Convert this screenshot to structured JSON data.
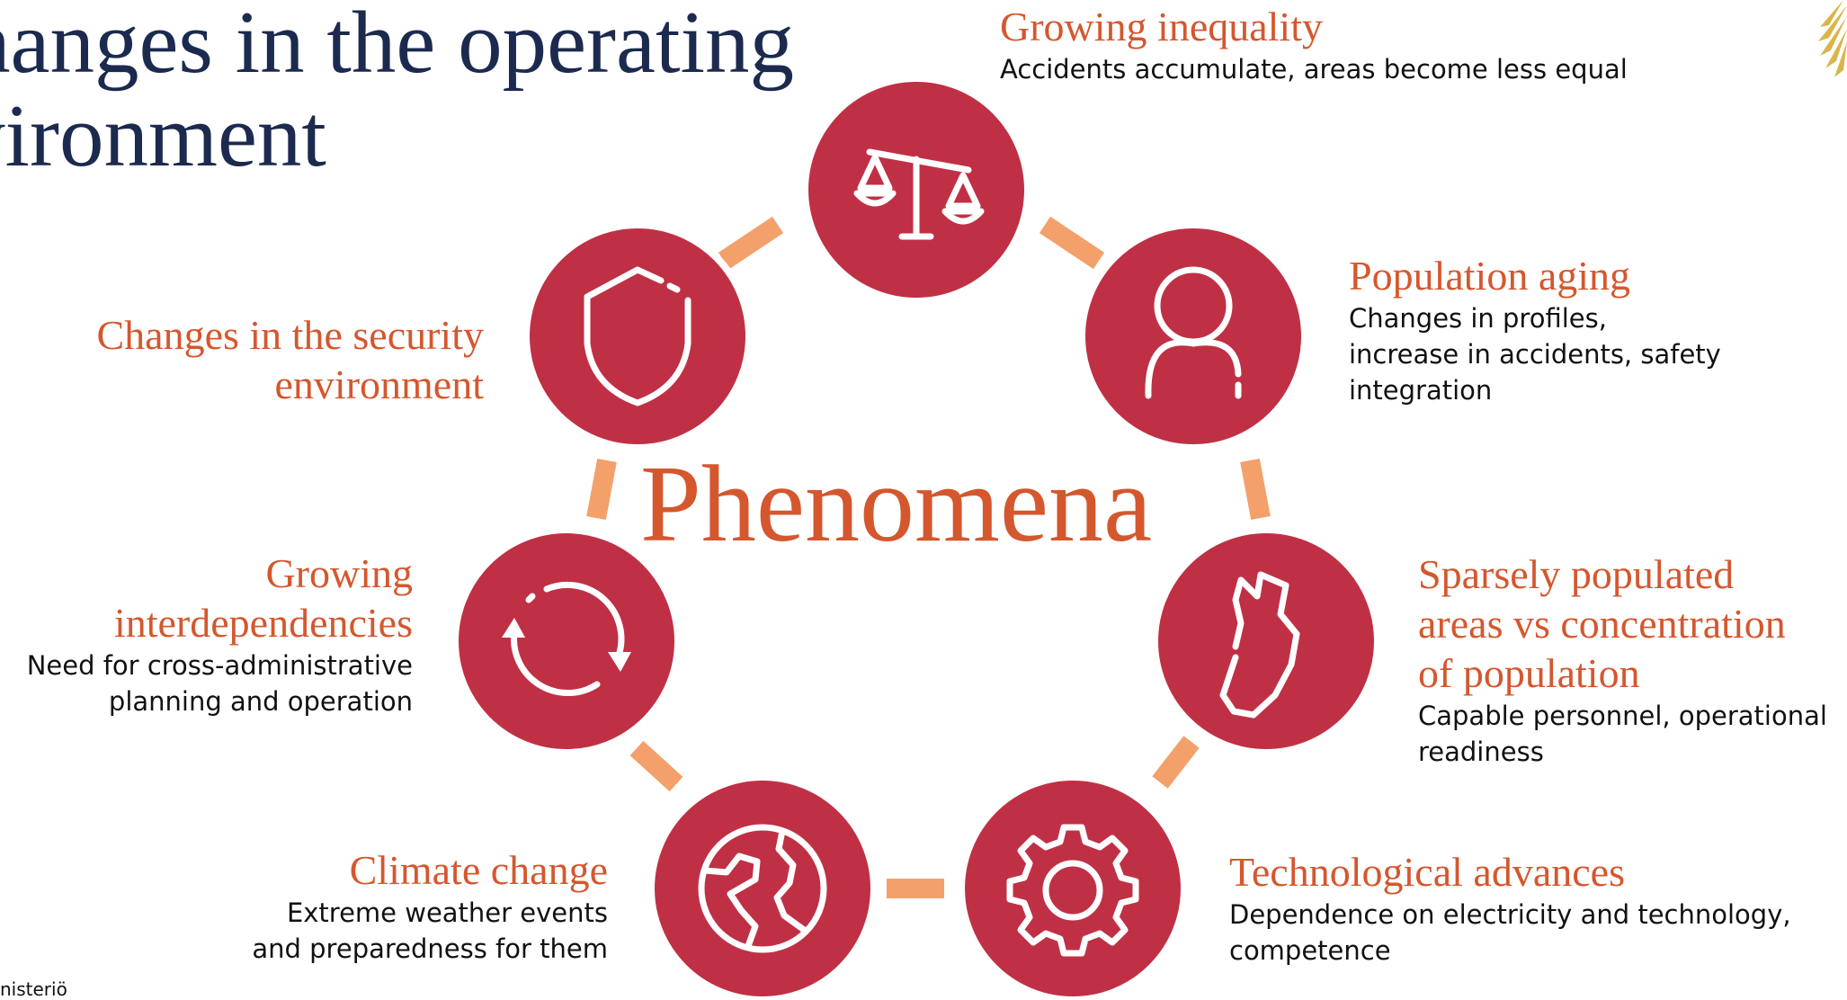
{
  "title": {
    "line1": "hanges in the operating",
    "line2": "vironment"
  },
  "center_label": "Phenomena",
  "footer_text": "nisteriö",
  "colors": {
    "circle": "#c03045",
    "connector": "#f4a06b",
    "heading": "#d5572e",
    "title": "#1b2a4e"
  },
  "phenomena": [
    {
      "id": "inequality",
      "icon": "scales-icon",
      "heading": "Growing inequality",
      "lines": [
        "Accidents accumulate, areas become less equal"
      ]
    },
    {
      "id": "aging",
      "icon": "person-icon",
      "heading": "Population aging",
      "lines": [
        "Changes in profiles,",
        "increase in accidents, safety",
        "integration"
      ]
    },
    {
      "id": "sparse",
      "icon": "finland-map-icon",
      "heading_lines": [
        "Sparsely populated",
        "areas vs concentration",
        "of population"
      ],
      "lines": [
        "Capable personnel, operational",
        "readiness"
      ]
    },
    {
      "id": "tech",
      "icon": "gear-icon",
      "heading": "Technological advances",
      "lines": [
        "Dependence on electricity and technology,",
        "competence"
      ]
    },
    {
      "id": "climate",
      "icon": "globe-icon",
      "heading": "Climate change",
      "lines": [
        "Extreme weather events",
        "and preparedness for them"
      ]
    },
    {
      "id": "interdep",
      "icon": "cycle-arrows-icon",
      "heading_lines": [
        "Growing",
        "interdependencies"
      ],
      "lines": [
        "Need for cross-administrative",
        "planning and operation"
      ]
    },
    {
      "id": "security",
      "icon": "shield-icon",
      "heading_lines": [
        "Changes in the security",
        "environment"
      ],
      "lines": []
    }
  ]
}
